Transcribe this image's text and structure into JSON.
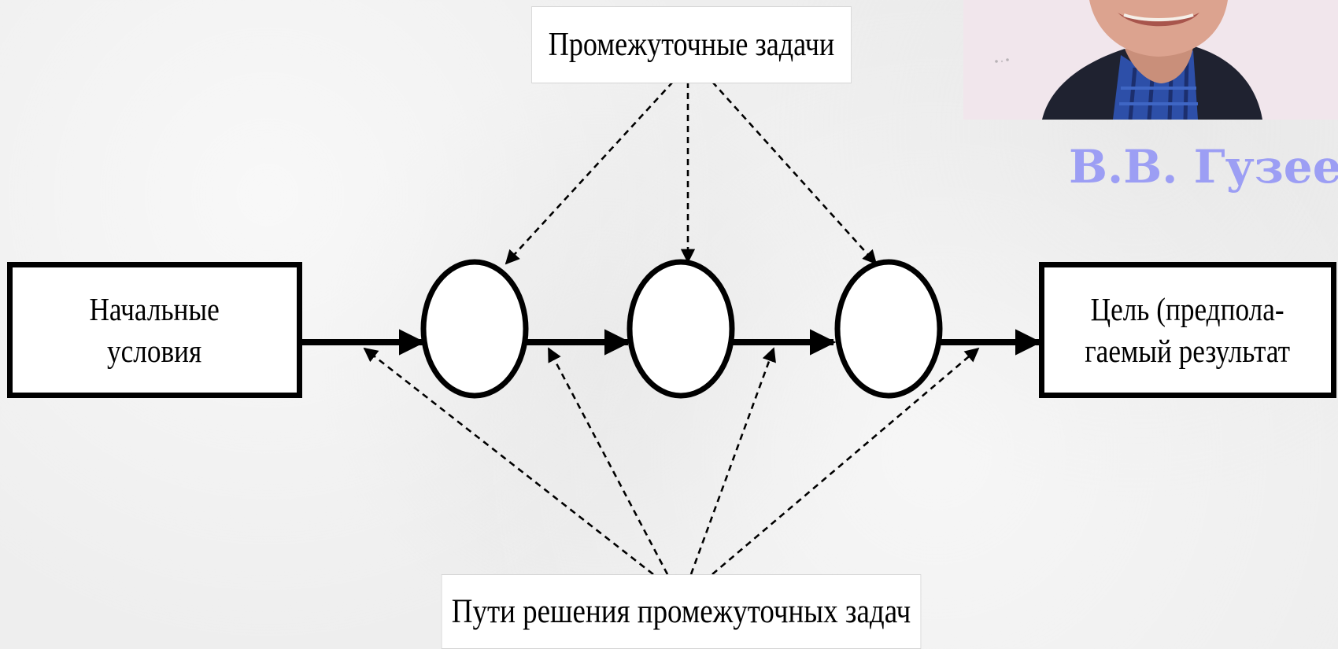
{
  "labels": {
    "intermediate_tasks": "Промежуточные задачи",
    "solution_paths": "Пути решения промежуточных задач"
  },
  "boxes": {
    "start": "Начальные\nусловия",
    "goal": "Цель (предпола-\nгаемый результат"
  },
  "author": {
    "name": "В.В. Гузеев"
  },
  "colors": {
    "author_name": "#9c9ef4",
    "stroke": "#000000"
  }
}
